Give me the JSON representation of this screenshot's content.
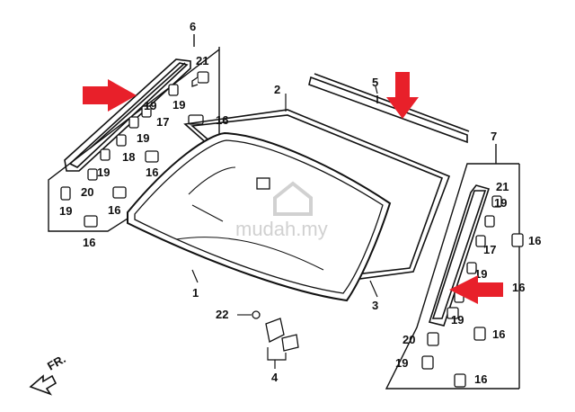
{
  "watermark": "mudah.my",
  "direction": "FR.",
  "callouts": {
    "group_left": "6",
    "glass": "1",
    "dam": "2",
    "spacer": "3",
    "fastener_kit": "4",
    "top_molding": "5",
    "group_right": "7"
  },
  "parts_left": {
    "c21": "21",
    "c19a": "19",
    "c19b": "19",
    "c17": "17",
    "c16a": "16",
    "c19c": "19",
    "c18": "18",
    "c16b": "16",
    "c19d": "19",
    "c20": "20",
    "c19e": "19",
    "c16c": "16",
    "c16d": "16"
  },
  "parts_right": {
    "c21": "21",
    "c19a": "19",
    "c17": "17",
    "c16a": "16",
    "c19b": "19",
    "c16b": "16",
    "c19c": "19",
    "c16c": "16",
    "c20": "20",
    "c19d": "19",
    "c16d": "16"
  },
  "center_parts": {
    "c22": "22"
  },
  "colors": {
    "line": "#111111",
    "arrow": "#e8202a",
    "watermark": "#c9c9c9"
  }
}
